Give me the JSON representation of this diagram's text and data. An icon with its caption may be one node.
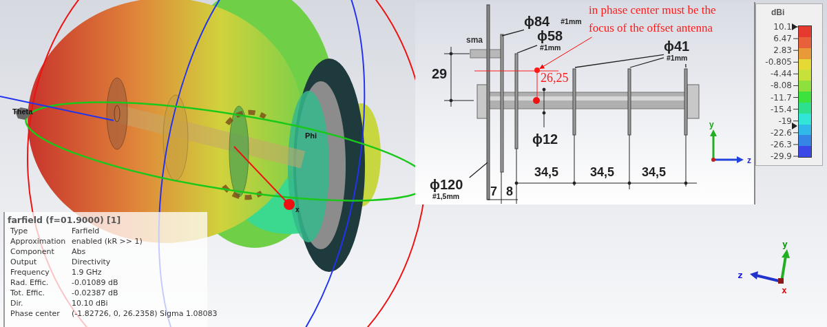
{
  "diagram": {
    "nodes": [
      {
        "text": [
          "in phase center must be the focus of the offset antenna"
        ]
      },
      {
        "text": [],
        "shape": "circle"
      },
      {
        "text": [
          "ϕ84",
          "#1mm"
        ]
      },
      {
        "text": [
          "ϕ58",
          "#1mm"
        ]
      },
      {
        "text": [
          "ϕ41",
          "#1mm"
        ]
      },
      {
        "text": [
          "ϕ120",
          "#1,5mm"
        ]
      }
    ],
    "edges": [
      {
        "from": 0,
        "to": 1,
        "arrow": "to",
        "color": "#ff0000"
      },
      {
        "from": 2,
        "to": null,
        "arrow": "none"
      },
      {
        "from": 3,
        "to": null,
        "arrow": "none"
      },
      {
        "from": 4,
        "to": null,
        "arrow": "none"
      },
      {
        "from": 4,
        "to": null,
        "arrow": "none"
      },
      {
        "from": 4,
        "to": null,
        "arrow": "none"
      },
      {
        "from": 5,
        "to": null,
        "arrow": "none"
      }
    ],
    "labels": [
      "sma",
      "29",
      "26,25",
      "ϕ12",
      "34,5",
      "34,5",
      "34,5",
      "7",
      "8",
      "y",
      "z",
      "dBi",
      "Theta",
      "Phi",
      "x",
      "farfield (f=01.9000) [1]",
      "Type",
      "Farfield",
      "Approximation",
      "enabled (kR >> 1)",
      "Component",
      "Abs",
      "Output",
      "Directivity",
      "Frequency",
      "1.9 GHz",
      "Rad. Effic.",
      "-0.01089 dB",
      "Tot. Effic.",
      "-0.02387 dB",
      "Dir.",
      "10.10 dBi",
      "Phase center",
      "(-1.82726, 0, 26.2358) Sigma 1.08083",
      "y",
      "z",
      "x"
    ],
    "legend": [
      {
        "text": "10.1",
        "color": "#e63a30"
      },
      {
        "text": "6.47",
        "color": "#e8613a"
      },
      {
        "text": "2.83",
        "color": "#e89a38"
      },
      {
        "text": "-0.805",
        "color": "#e6d936"
      },
      {
        "text": "-4.44",
        "color": "#c8e03a"
      },
      {
        "text": "-8.08",
        "color": "#8ee03c"
      },
      {
        "text": "-11.7",
        "color": "#3de23c"
      },
      {
        "text": "-15.4",
        "color": "#2edf8e"
      },
      {
        "text": "-19",
        "color": "#31e6d6"
      },
      {
        "text": "-22.6",
        "color": "#2fb8e8"
      },
      {
        "text": "-26.3",
        "color": "#3585e6"
      },
      {
        "text": "-29.9",
        "color": "#3c48e6"
      }
    ]
  }
}
